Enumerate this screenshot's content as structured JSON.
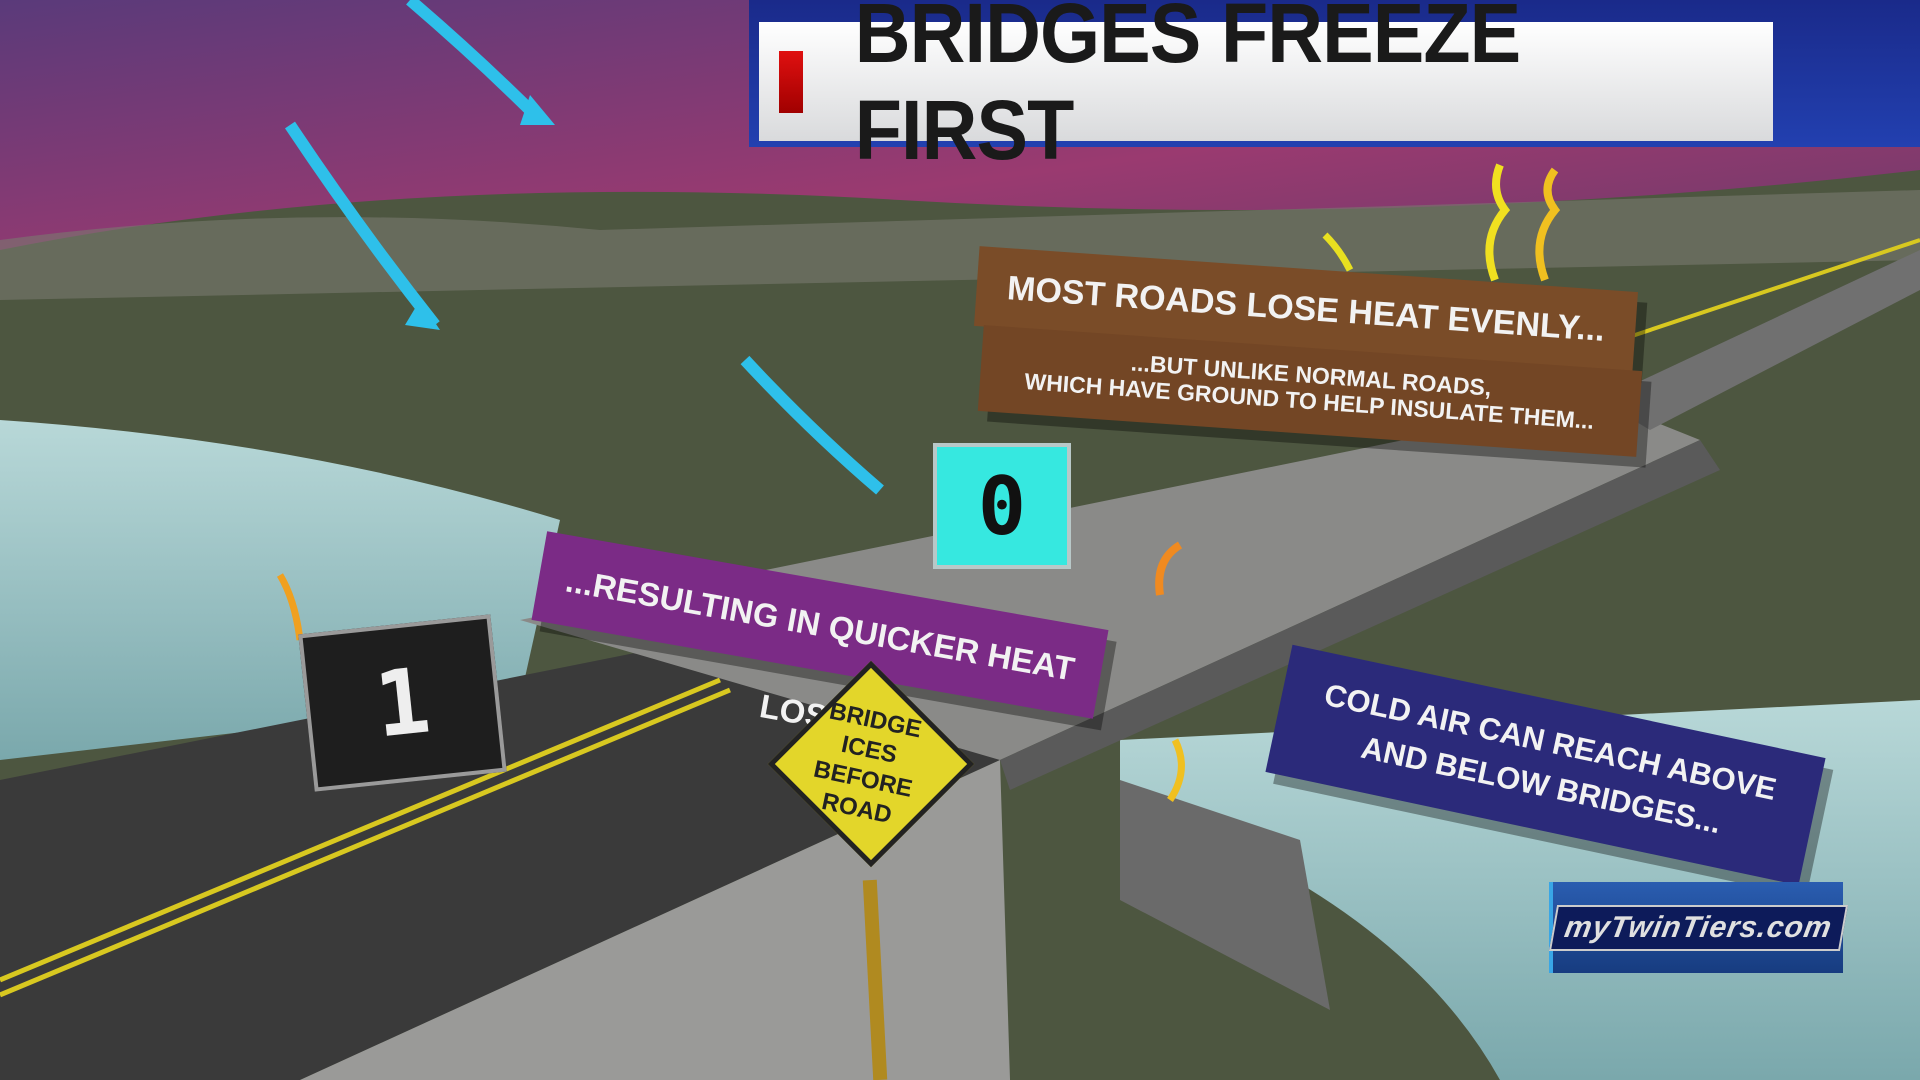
{
  "title": "BRIDGES FREEZE FIRST",
  "signs": {
    "roads_heading": "MOST ROADS LOSE HEAT EVENLY...",
    "roads_detail_line1": "...BUT UNLIKE NORMAL ROADS,",
    "roads_detail_line2": "WHICH HAVE GROUND TO HELP INSULATE THEM...",
    "heat_loss": "...RESULTING IN QUICKER HEAT LOSS",
    "cold_air_line1": "COLD AIR CAN REACH ABOVE",
    "cold_air_line2": "AND BELOW BRIDGES..."
  },
  "counters": {
    "road_value": "1",
    "bridge_value": "0"
  },
  "road_sign": {
    "line1": "BRIDGE",
    "line2": "ICES BEFORE",
    "line3": "ROAD"
  },
  "logo": "myTwinTiers.com",
  "colors": {
    "title_accent": "#c00000",
    "brown_sign": "#7a4c28",
    "purple_sign": "#7b2b86",
    "blue_sign": "#2b2a7a",
    "cold_arrow": "#2ec0ea",
    "heat_arrow": "#f0a020"
  }
}
